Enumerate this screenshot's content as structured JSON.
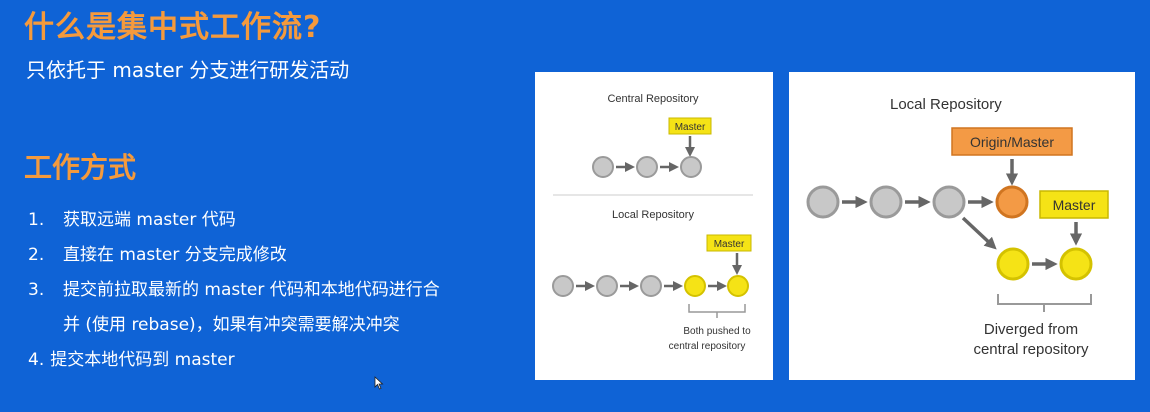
{
  "slide": {
    "title": "什么是集中式工作流?",
    "subtitle": "只依托于 master 分支进行研发活动",
    "section_heading": "工作方式",
    "steps": [
      {
        "num": "1.",
        "text": "获取远端 master 代码"
      },
      {
        "num": "2.",
        "text": "直接在 master 分支完成修改"
      },
      {
        "num": "3.",
        "text": "提交前拉取最新的 master 代码和本地代码进行合"
      },
      {
        "num": "",
        "text": "并 (使用 rebase)，如果有冲突需要解决冲突"
      },
      {
        "num": "4.",
        "text": "提交本地代码到 master"
      }
    ]
  },
  "diagram_left": {
    "central_label": "Central Repository",
    "master_tag": "Master",
    "local_label": "Local Repository",
    "local_master_tag": "Master",
    "note_line1": "Both pushed to",
    "note_line2": "central repository"
  },
  "diagram_right": {
    "local_label": "Local Repository",
    "origin_tag": "Origin/Master",
    "master_tag": "Master",
    "note_line1": "Diverged from",
    "note_line2": "central repository"
  },
  "colors": {
    "background": "#0f63d6",
    "heading_orange": "#f59a3c",
    "commit_gray": "#c8c8c8",
    "commit_yellow": "#f5e316",
    "commit_orange": "#f39a45",
    "tag_yellow": "#f5e316"
  }
}
